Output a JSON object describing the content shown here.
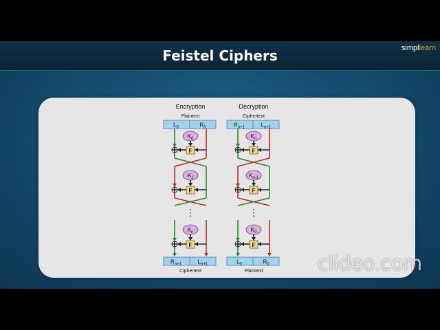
{
  "slide": {
    "title": "Feistel Ciphers",
    "brand": {
      "part1": "simpl",
      "part2": "learn",
      "accent": "#f0a030"
    }
  },
  "diagram": {
    "encryption": {
      "heading": "Encryption",
      "top_label": "Plaintext",
      "top_left": "L",
      "top_left_sub": "0",
      "top_right": "R",
      "top_right_sub": "0",
      "keys": [
        {
          "base": "K",
          "sub": "0"
        },
        {
          "base": "K",
          "sub": "1"
        },
        {
          "base": "K",
          "sub": "n"
        }
      ],
      "bottom_left": "R",
      "bottom_left_sub": "n+1",
      "bottom_right": "L",
      "bottom_right_sub": "n+1",
      "bottom_label": "Ciphertext"
    },
    "decryption": {
      "heading": "Decryption",
      "top_label": "Ciphertext",
      "top_left": "R",
      "top_left_sub": "n+1",
      "top_right": "L",
      "top_right_sub": "n+1",
      "keys": [
        {
          "base": "K",
          "sub": "n"
        },
        {
          "base": "K",
          "sub": "n-1"
        },
        {
          "base": "K",
          "sub": "0"
        }
      ],
      "bottom_left": "L",
      "bottom_left_sub": "0",
      "bottom_right": "R",
      "bottom_right_sub": "0",
      "bottom_label": "Plaintext"
    },
    "f_label": "F",
    "xor_symbol": "⊕",
    "dots": "⋮",
    "colors": {
      "left_line": "#2a8a2a",
      "right_line": "#c0282b",
      "bar": "#9fd2ec",
      "key": "#d8b0e0",
      "f_box": "#f0d88a"
    }
  },
  "watermark": "clideo.com"
}
